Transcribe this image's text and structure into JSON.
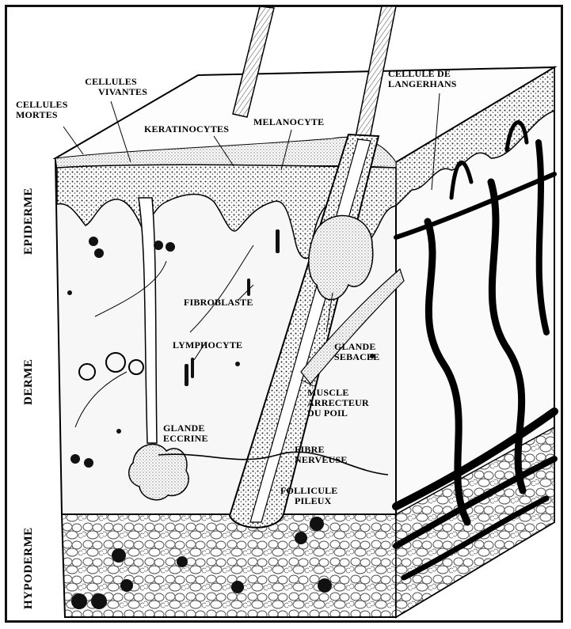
{
  "layers": {
    "epiderme": "EPIDERME",
    "derme": "DERME",
    "hypoderme": "HYPODERME"
  },
  "labels": {
    "cellules_mortes": [
      "CELLULES",
      "MORTES"
    ],
    "cellules_vivantes": [
      "CELLULES",
      "VIVANTES"
    ],
    "keratinocytes": "KERATINOCYTES",
    "melanocyte": "MELANOCYTE",
    "langerhans": [
      "CELLULE DE",
      "LANGERHANS"
    ],
    "fibroblaste": "FIBROBLASTE",
    "lymphocyte": "LYMPHOCYTE",
    "glande_sebacee": [
      "GLANDE",
      "SEBACEE"
    ],
    "muscle": [
      "MUSCLE",
      "ARRECTEUR",
      "DU POIL"
    ],
    "glande_eccrine": [
      "GLANDE",
      "ECCRINE"
    ],
    "fibre_nerveuse": [
      "FIBRE",
      "NERVEUSE"
    ],
    "follicule": [
      "FOLLICULE",
      "PILEUX"
    ]
  },
  "colors": {
    "ink": "#000000",
    "paper": "#ffffff",
    "dermis": "#f4f4f4",
    "stipple": "#333333"
  }
}
